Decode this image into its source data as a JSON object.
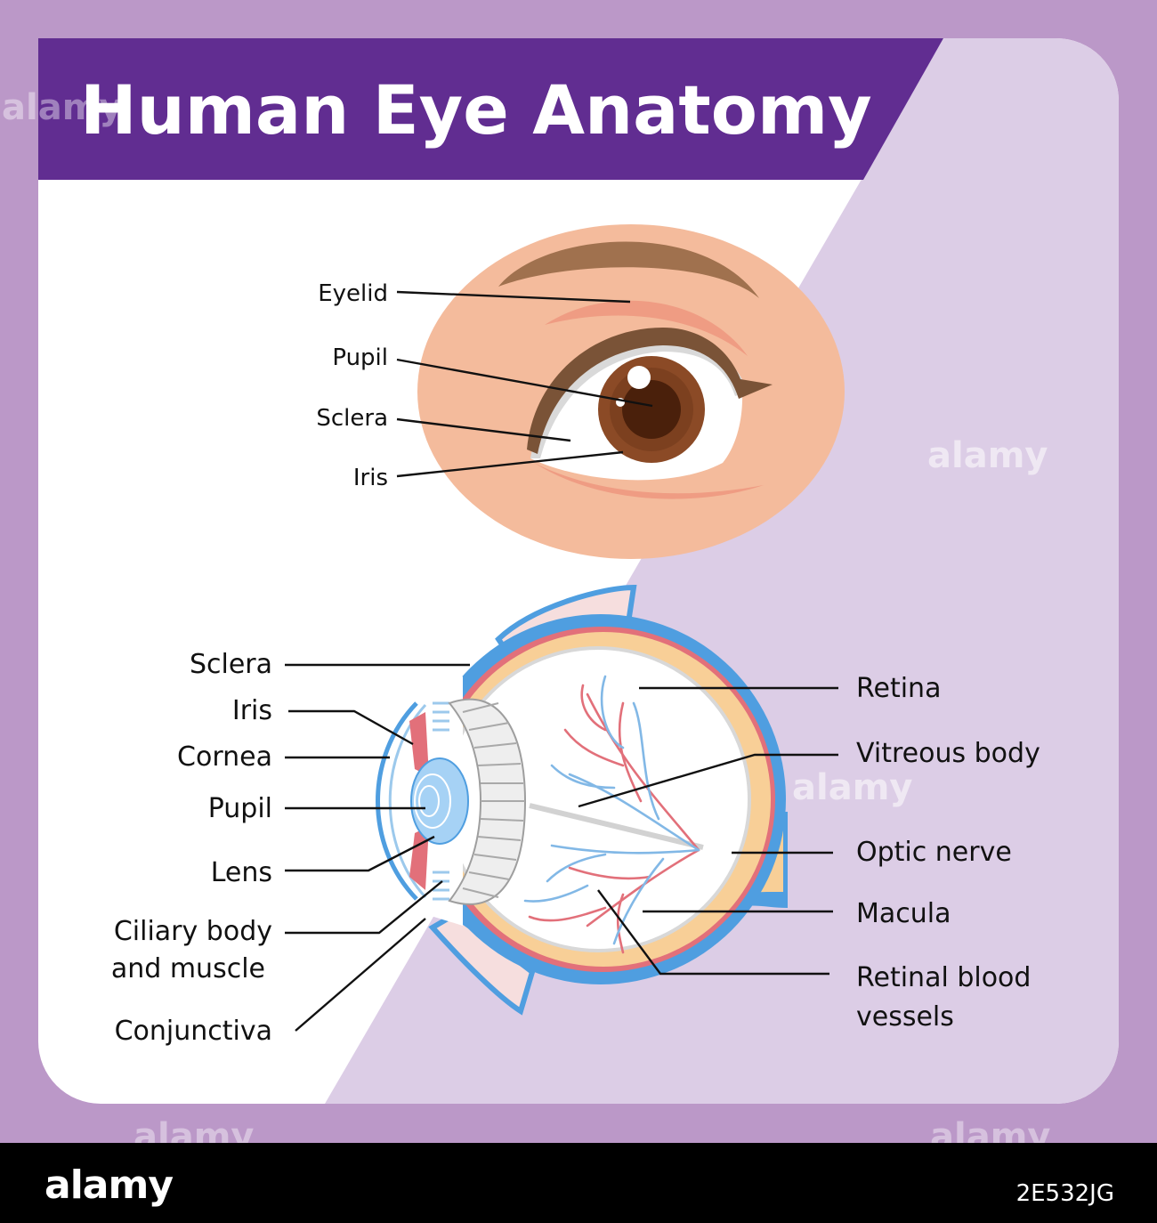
{
  "title": "Human Eye Anatomy",
  "colors": {
    "frame": "#bb98c8",
    "title_banner": "#612d91",
    "panel_lavender": "#dccde6",
    "skin": "#f4bb9c",
    "iris_brown": "#8b4a26",
    "sclera_blue": "#4f9ee0",
    "retina_orange": "#f8cf97",
    "vessel_red": "#e2707a",
    "vessel_blue": "#82b8e6"
  },
  "external_eye_labels": {
    "eyelid": "Eyelid",
    "pupil": "Pupil",
    "sclera": "Sclera",
    "iris": "Iris"
  },
  "cross_section_left_labels": {
    "sclera": "Sclera",
    "iris": "Iris",
    "cornea": "Cornea",
    "pupil": "Pupil",
    "lens": "Lens",
    "ciliary_line1": "Ciliary body",
    "ciliary_line2": "and muscle",
    "conjunctiva": "Conjunctiva"
  },
  "cross_section_right_labels": {
    "retina": "Retina",
    "vitreous": "Vitreous body",
    "optic_nerve": "Optic nerve",
    "macula": "Macula",
    "vessels_line1": "Retinal blood",
    "vessels_line2": "vessels"
  },
  "watermark": {
    "brand": "alamy",
    "image_id": "2E532JG"
  }
}
